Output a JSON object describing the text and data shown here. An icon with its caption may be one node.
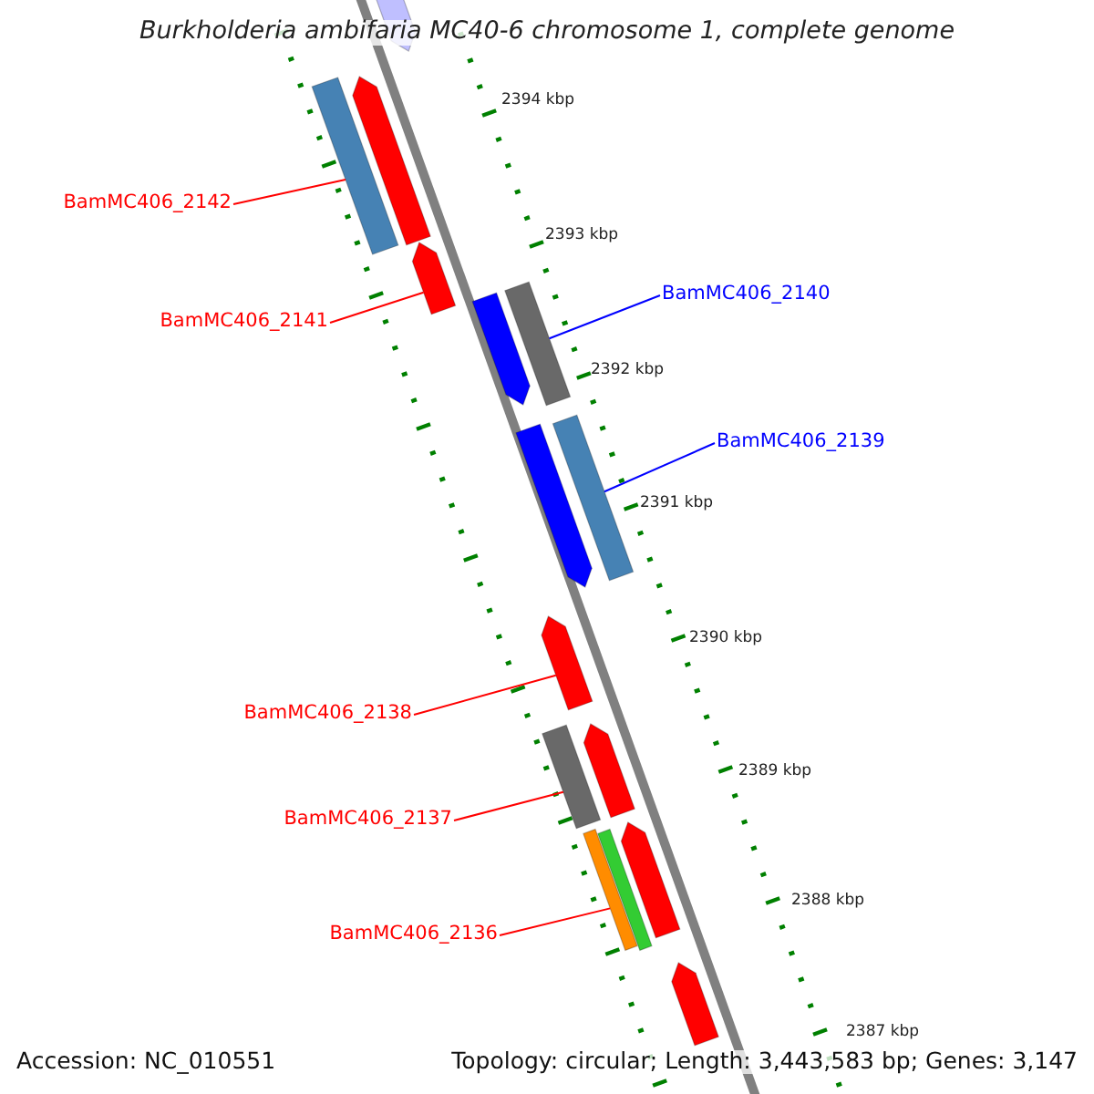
{
  "diagram": {
    "title": "Burkholderia ambifaria MC40-6 chromosome 1, complete genome",
    "nodes": [
      {
        "text": [
          "BamMC406_2142"
        ]
      },
      {
        "text": [],
        "shape": "bar"
      },
      {
        "text": [
          "BamMC406_2141"
        ]
      },
      {
        "text": [],
        "shape": "bar"
      },
      {
        "text": [
          "BamMC406_2140"
        ]
      },
      {
        "text": [],
        "shape": "bar"
      },
      {
        "text": [
          "BamMC406_2139"
        ]
      },
      {
        "text": [],
        "shape": "bar"
      },
      {
        "text": [
          "BamMC406_2138"
        ]
      },
      {
        "text": [],
        "shape": "bar"
      },
      {
        "text": [
          "BamMC406_2137"
        ]
      },
      {
        "text": [],
        "shape": "bar"
      },
      {
        "text": [
          "BamMC406_2136"
        ]
      },
      {
        "text": [],
        "shape": "bar"
      },
      {
        "text": [],
        "shape": "bar"
      },
      {
        "text": [],
        "shape": "bar"
      },
      {
        "text": [],
        "shape": "bar"
      },
      {
        "text": [],
        "shape": "bar"
      },
      {
        "text": [],
        "shape": "bar"
      },
      {
        "text": [],
        "shape": "bar"
      },
      {
        "text": [],
        "shape": "bar"
      },
      {
        "text": [],
        "shape": "bar"
      }
    ],
    "edges": [
      {
        "from": 0,
        "to": 1,
        "arrow": "none"
      },
      {
        "from": 2,
        "to": 3,
        "arrow": "none"
      },
      {
        "from": 4,
        "to": 5,
        "arrow": "none",
        "color": "#0000ff"
      },
      {
        "from": 6,
        "to": 7,
        "arrow": "none",
        "color": "#0000ff"
      },
      {
        "from": 8,
        "to": 9,
        "arrow": "none"
      },
      {
        "from": 10,
        "to": 11,
        "arrow": "none"
      },
      {
        "from": 12,
        "to": 13,
        "arrow": "none"
      }
    ],
    "labels": [
      "2394 kbp",
      "2393 kbp",
      "2392 kbp",
      "2391 kbp",
      "2390 kbp",
      "2389 kbp",
      "2388 kbp",
      "2387 kbp",
      "Accession: NC_010551",
      "Topology: circular; Length: 3,443,583 bp; Genes: 3,147"
    ]
  }
}
